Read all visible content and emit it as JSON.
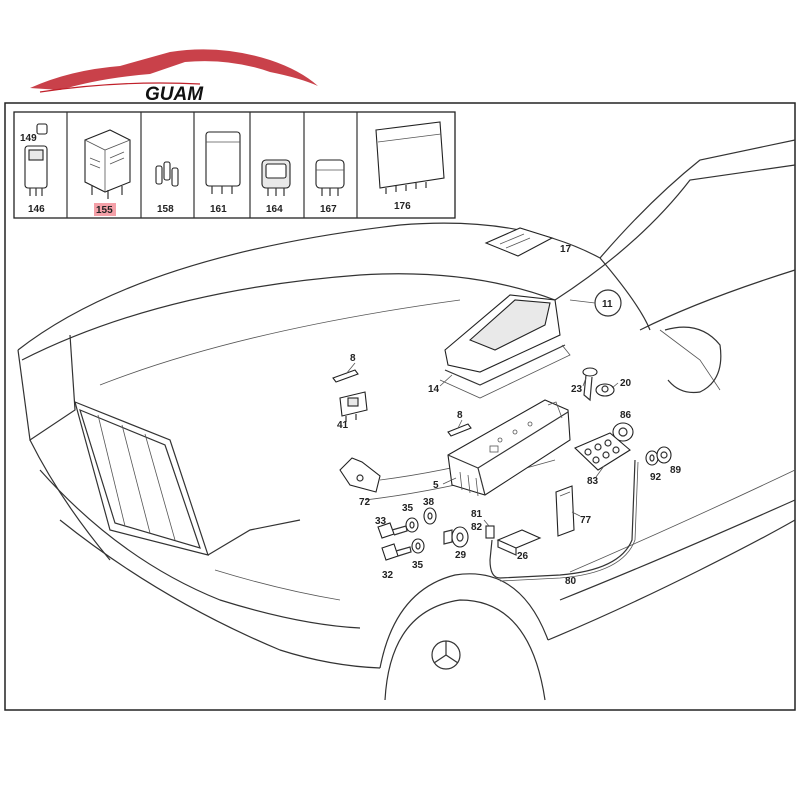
{
  "logo": {
    "brand": "GUAM",
    "tagline": "guam",
    "accent_color": "#c0202a"
  },
  "legend": {
    "parts": [
      {
        "label": "149"
      },
      {
        "label": "146"
      },
      {
        "label": "155",
        "highlighted": true
      },
      {
        "label": "158"
      },
      {
        "label": "161"
      },
      {
        "label": "164"
      },
      {
        "label": "167"
      },
      {
        "label": "176"
      }
    ],
    "highlight_color": "#f4a0a8"
  },
  "callouts": [
    {
      "label": "17"
    },
    {
      "label": "11"
    },
    {
      "label": "14"
    },
    {
      "label": "23"
    },
    {
      "label": "20"
    },
    {
      "label": "86"
    },
    {
      "label": "8"
    },
    {
      "label": "41"
    },
    {
      "label": "8"
    },
    {
      "label": "5"
    },
    {
      "label": "72"
    },
    {
      "label": "38"
    },
    {
      "label": "35"
    },
    {
      "label": "33"
    },
    {
      "label": "81"
    },
    {
      "label": "82"
    },
    {
      "label": "29"
    },
    {
      "label": "26"
    },
    {
      "label": "35"
    },
    {
      "label": "32"
    },
    {
      "label": "77"
    },
    {
      "label": "83"
    },
    {
      "label": "92"
    },
    {
      "label": "89"
    },
    {
      "label": "80"
    }
  ]
}
